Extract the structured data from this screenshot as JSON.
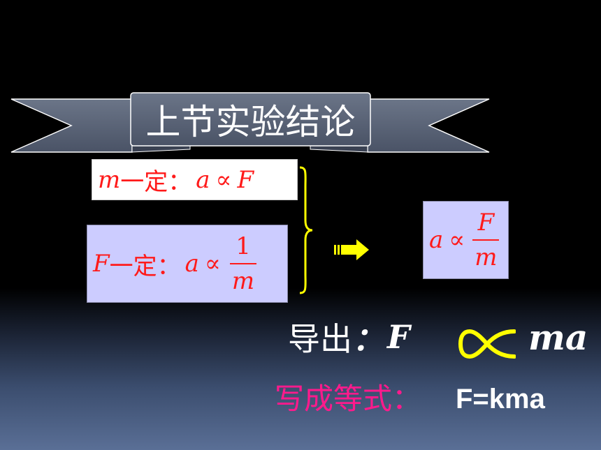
{
  "slide": {
    "title": "上节实验结论",
    "condition_m": {
      "variable": "m",
      "text": "一定：",
      "lhs": "a",
      "symbol": "∝",
      "rhs": "F"
    },
    "condition_F": {
      "variable": "F",
      "text": "一定：",
      "lhs": "a",
      "symbol": "∝",
      "numerator": "1",
      "denominator": "m"
    },
    "conclusion": {
      "lhs": "a",
      "symbol": "∝",
      "numerator": "F",
      "denominator": "m"
    },
    "derive": {
      "label": "导出",
      "colon": "：",
      "lhs": "F",
      "rhs": "ma"
    },
    "write_as": {
      "label": "写成等式：",
      "equation": "F=kma"
    },
    "colors": {
      "accent_yellow": "#ffff00",
      "formula_red": "#ff1a1a",
      "label_pink": "#ff1a8c",
      "box_fill": "#ccccff",
      "banner": "#5b6678"
    },
    "icons": [
      "ribbon-banner",
      "right-brace-icon",
      "right-arrow-icon",
      "proportional-symbol-icon"
    ]
  }
}
